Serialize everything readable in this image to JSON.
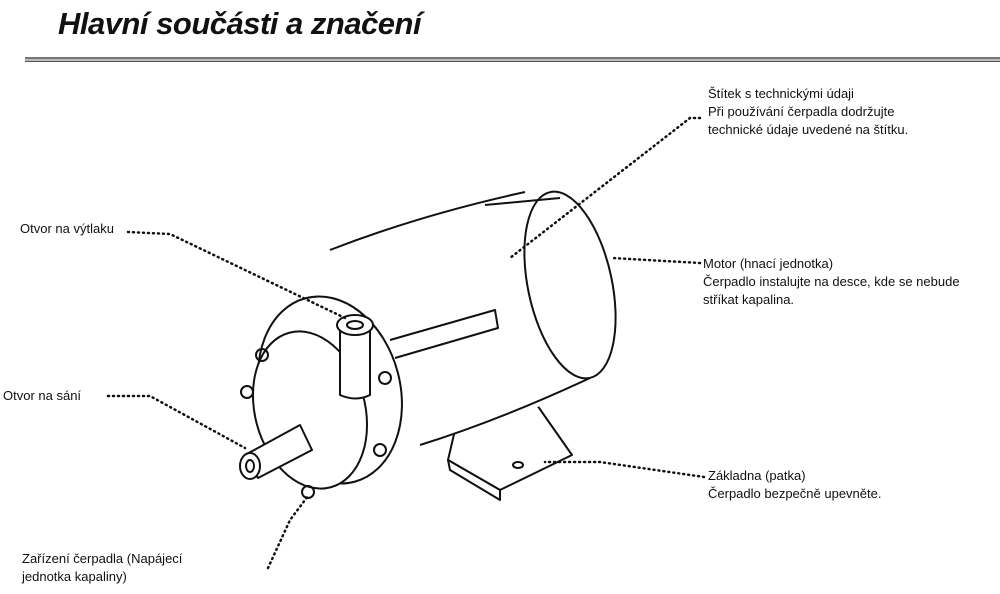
{
  "title": "Hlavní součásti a značení",
  "labels": {
    "stitek": {
      "l1": "Štítek s technickými údaji",
      "l2": "Při používání čerpadla dodržujte",
      "l3": "technické údaje uvedené na štítku."
    },
    "vytlak": {
      "l1": "Otvor na výtlaku"
    },
    "motor": {
      "l1": "Motor (hnací jednotka)",
      "l2": "Čerpadlo instalujte na desce, kde se nebude",
      "l3": "stříkat kapalina."
    },
    "sani": {
      "l1": "Otvor na sání"
    },
    "zakladna": {
      "l1": "Základna (patka)",
      "l2": "Čerpadlo bezpečně upevněte."
    },
    "zarizeni": {
      "l1": "Zařízení čerpadla (Napájecí",
      "l2": "jednotka kapaliny)"
    }
  }
}
